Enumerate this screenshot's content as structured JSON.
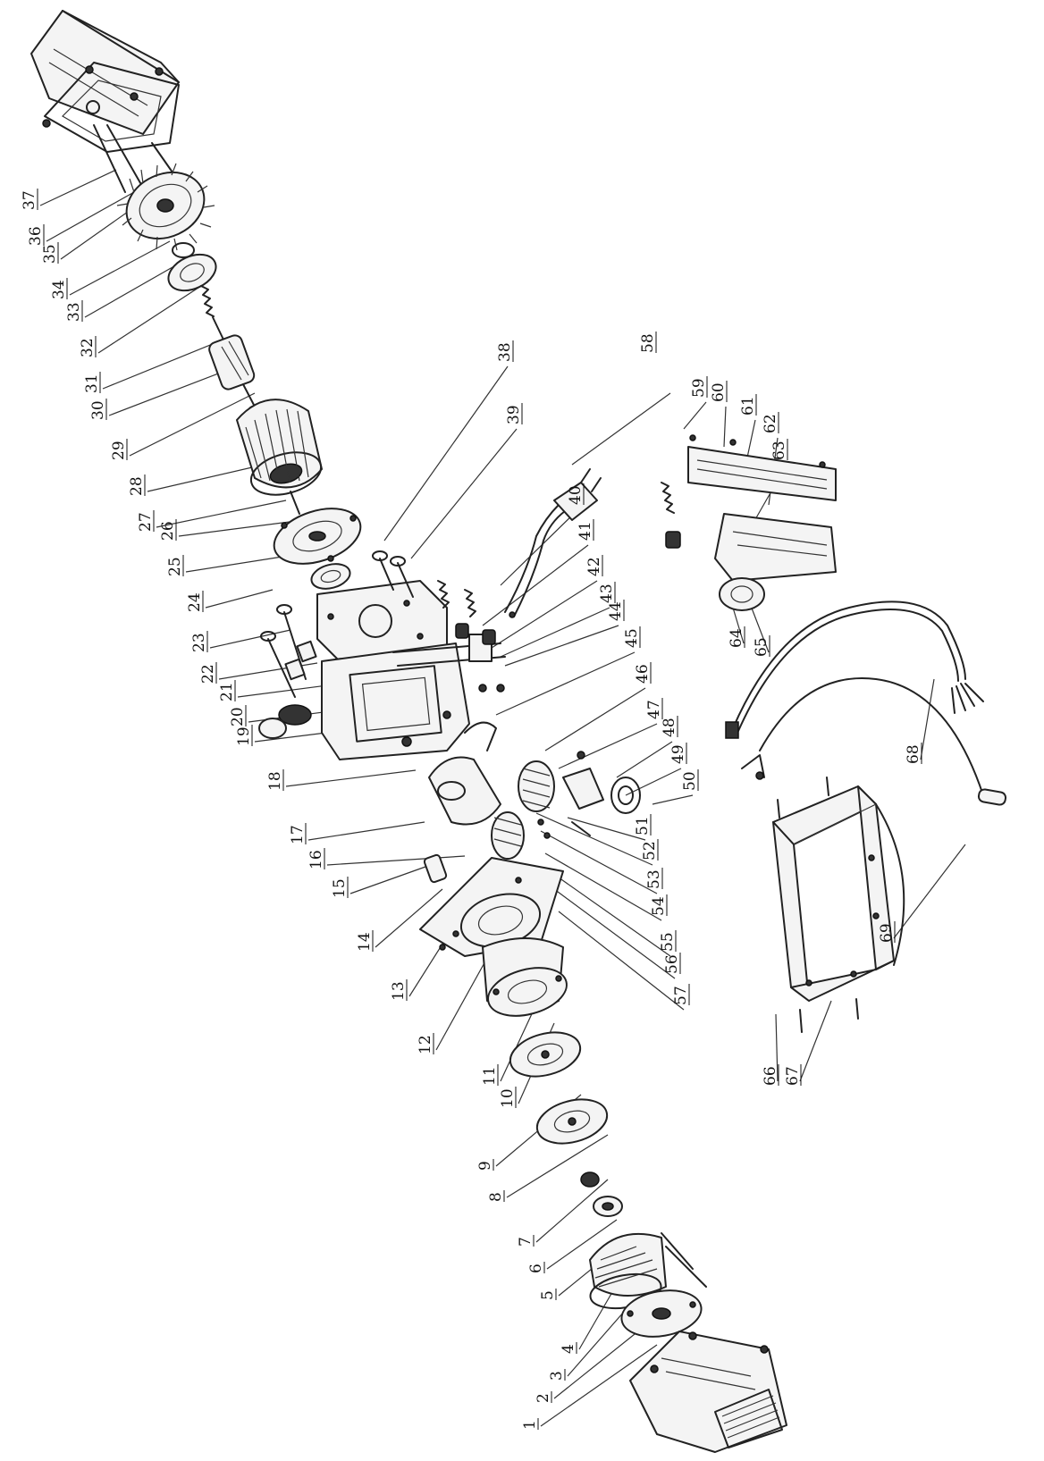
{
  "diagram": {
    "callouts": [
      {
        "n": "1"
      },
      {
        "n": "2"
      },
      {
        "n": "3"
      },
      {
        "n": "4"
      },
      {
        "n": "5"
      },
      {
        "n": "6"
      },
      {
        "n": "7"
      },
      {
        "n": "8"
      },
      {
        "n": "9"
      },
      {
        "n": "10"
      },
      {
        "n": "11"
      },
      {
        "n": "12"
      },
      {
        "n": "13"
      },
      {
        "n": "14"
      },
      {
        "n": "15"
      },
      {
        "n": "16"
      },
      {
        "n": "17"
      },
      {
        "n": "18"
      },
      {
        "n": "19"
      },
      {
        "n": "20"
      },
      {
        "n": "21"
      },
      {
        "n": "22"
      },
      {
        "n": "23"
      },
      {
        "n": "24"
      },
      {
        "n": "25"
      },
      {
        "n": "26"
      },
      {
        "n": "27"
      },
      {
        "n": "28"
      },
      {
        "n": "29"
      },
      {
        "n": "30"
      },
      {
        "n": "31"
      },
      {
        "n": "32"
      },
      {
        "n": "33"
      },
      {
        "n": "34"
      },
      {
        "n": "35"
      },
      {
        "n": "36"
      },
      {
        "n": "37"
      },
      {
        "n": "38"
      },
      {
        "n": "39"
      },
      {
        "n": "40"
      },
      {
        "n": "41"
      },
      {
        "n": "42"
      },
      {
        "n": "43"
      },
      {
        "n": "44"
      },
      {
        "n": "45"
      },
      {
        "n": "46"
      },
      {
        "n": "47"
      },
      {
        "n": "48"
      },
      {
        "n": "49"
      },
      {
        "n": "50"
      },
      {
        "n": "51"
      },
      {
        "n": "52"
      },
      {
        "n": "53"
      },
      {
        "n": "54"
      },
      {
        "n": "55"
      },
      {
        "n": "56"
      },
      {
        "n": "57"
      },
      {
        "n": "58"
      },
      {
        "n": "59"
      },
      {
        "n": "60"
      },
      {
        "n": "61"
      },
      {
        "n": "62"
      },
      {
        "n": "63"
      },
      {
        "n": "64"
      },
      {
        "n": "65"
      },
      {
        "n": "66"
      },
      {
        "n": "67"
      },
      {
        "n": "68"
      },
      {
        "n": "69"
      }
    ]
  }
}
